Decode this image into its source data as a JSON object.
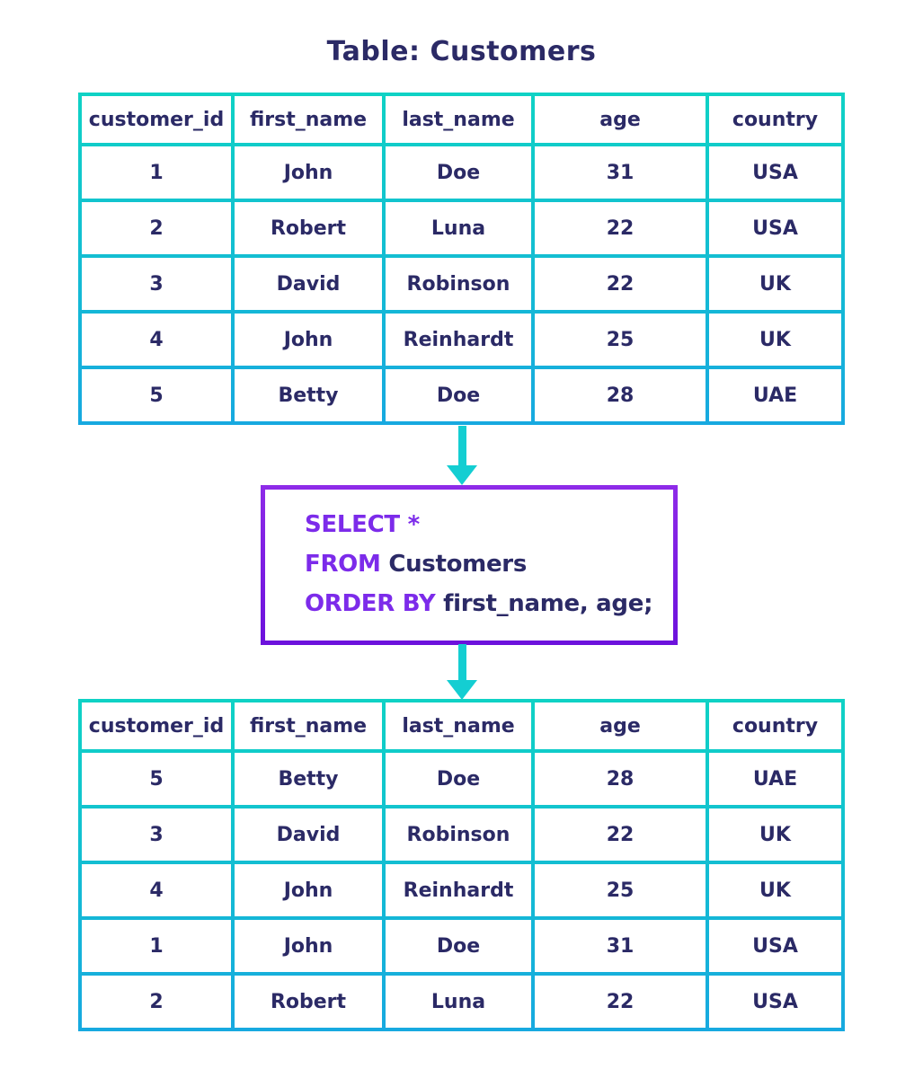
{
  "title": "Table: Customers",
  "colors": {
    "background": "#ffffff",
    "navy": "#2b2a66",
    "teal": "#0fd2c5",
    "blue": "#17a9e0",
    "arrow": "#14ced2",
    "purple": "#7c2bea",
    "box-purple-top": "#8e2be8",
    "box-purple-bottom": "#6c11dc"
  },
  "icons": {
    "flow_arrow": "arrow-down-icon"
  },
  "columns": [
    "customer_id",
    "first_name",
    "last_name",
    "age",
    "country"
  ],
  "source_table": {
    "rows": [
      [
        "1",
        "John",
        "Doe",
        "31",
        "USA"
      ],
      [
        "2",
        "Robert",
        "Luna",
        "22",
        "USA"
      ],
      [
        "3",
        "David",
        "Robinson",
        "22",
        "UK"
      ],
      [
        "4",
        "John",
        "Reinhardt",
        "25",
        "UK"
      ],
      [
        "5",
        "Betty",
        "Doe",
        "28",
        "UAE"
      ]
    ]
  },
  "query": {
    "lines": [
      {
        "keyword": "SELECT *",
        "rest": ""
      },
      {
        "keyword": "FROM",
        "rest": " Customers"
      },
      {
        "keyword": "ORDER BY",
        "rest": " first_name, age;"
      }
    ]
  },
  "result_table": {
    "rows": [
      [
        "5",
        "Betty",
        "Doe",
        "28",
        "UAE"
      ],
      [
        "3",
        "David",
        "Robinson",
        "22",
        "UK"
      ],
      [
        "4",
        "John",
        "Reinhardt",
        "25",
        "UK"
      ],
      [
        "1",
        "John",
        "Doe",
        "31",
        "USA"
      ],
      [
        "2",
        "Robert",
        "Luna",
        "22",
        "USA"
      ]
    ]
  }
}
